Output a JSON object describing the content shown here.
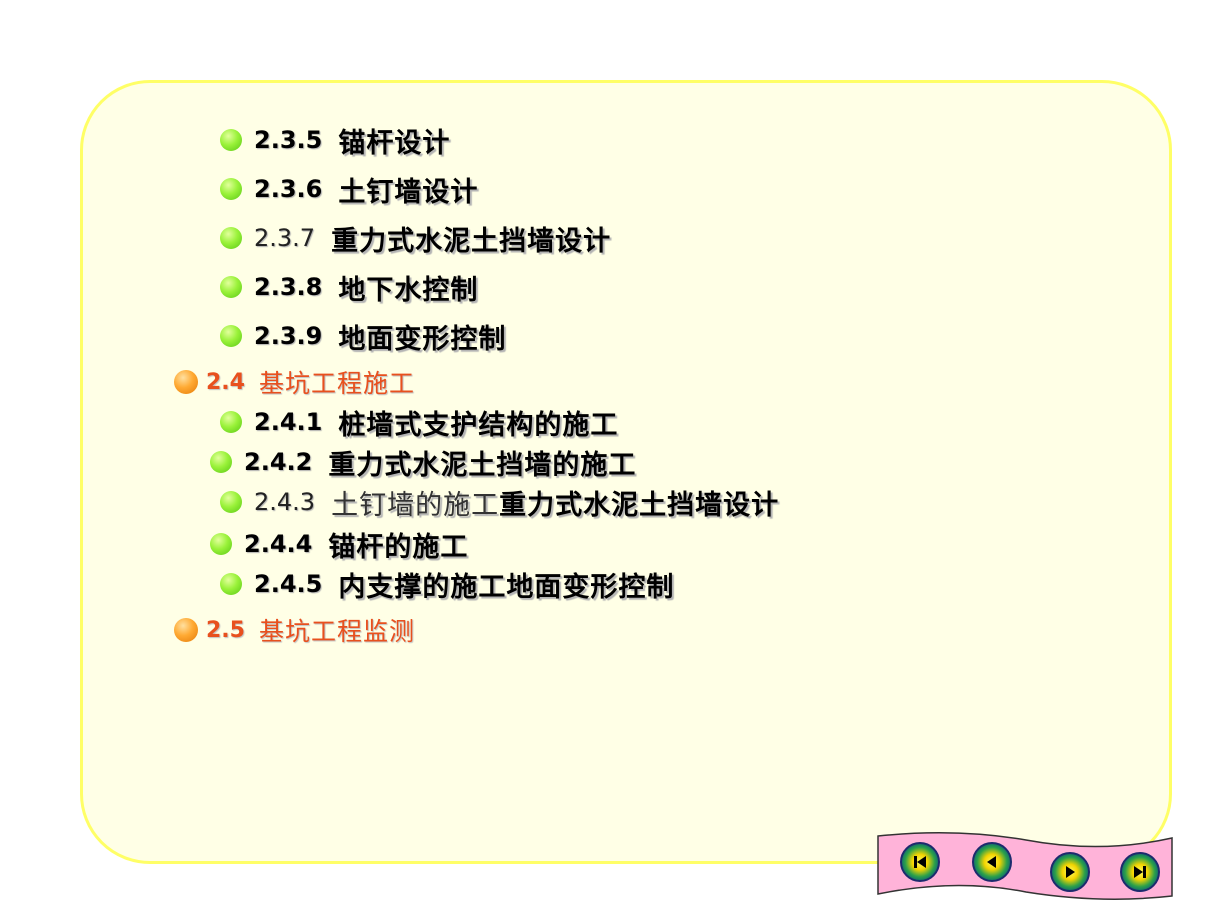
{
  "items": [
    {
      "num": "2.3.5",
      "title": "锚杆设计"
    },
    {
      "num": "2.3.6",
      "title": "土钉墙设计"
    },
    {
      "num": "2.3.7",
      "title": "重力式水泥土挡墙设计"
    },
    {
      "num": "2.3.8",
      "title": "地下水控制"
    },
    {
      "num": "2.3.9",
      "title": "地面变形控制"
    },
    {
      "num": "2.4",
      "title": "基坑工程施工"
    },
    {
      "num": "2.4.1",
      "title": "桩墙式支护结构的施工"
    },
    {
      "num": "2.4.2",
      "title": "重力式水泥土挡墙的施工"
    },
    {
      "num": "2.4.3",
      "title_a": "土钉墙的施工",
      "title_b": "重力式水泥土挡墙设计"
    },
    {
      "num": "2.4.4",
      "title": "锚杆的施工"
    },
    {
      "num": "2.4.5",
      "title": "内支撑的施工地面变形控制"
    },
    {
      "num": "2.5",
      "title": "基坑工程监测"
    }
  ],
  "nav": {
    "buttons": [
      {
        "icon": "first-slide-icon"
      },
      {
        "icon": "previous-slide-icon"
      },
      {
        "icon": "next-slide-icon"
      },
      {
        "icon": "last-slide-icon"
      }
    ],
    "banner_color": "#ffb3d9"
  },
  "colors": {
    "frame_border": "#ffff66",
    "frame_fill": "#ffffe6",
    "level2_text": "#e8501e",
    "bullet_green": "#9af23a",
    "bullet_orange": "#ffaa33"
  }
}
